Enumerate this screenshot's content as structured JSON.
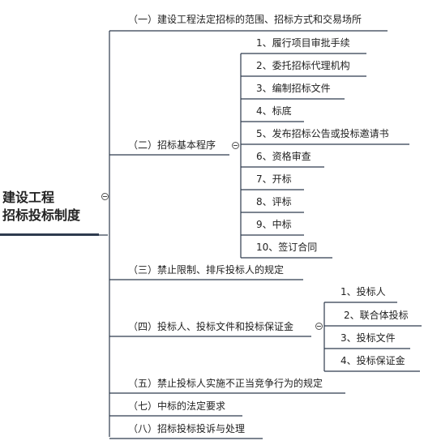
{
  "root": {
    "line1": "建设工程",
    "line2": "招标投标制度"
  },
  "branches": [
    {
      "label": "（一）建设工程法定招标的范围、招标方式和交易场所"
    },
    {
      "label": "（二）招标基本程序",
      "children": [
        "1、履行项目审批手续",
        "2、委托招标代理机构",
        "3、编制招标文件",
        "4、标底",
        "5、发布招标公告或投标邀请书",
        "6、资格审查",
        "7、开标",
        "8、评标",
        "9、中标",
        "10、签订合同"
      ]
    },
    {
      "label": "（三）禁止限制、排斥投标人的规定"
    },
    {
      "label": "（四）投标人、投标文件和投标保证金",
      "children": [
        "1、投标人",
        "2、联合体投标",
        "3、投标文件",
        "4、投标保证金"
      ]
    },
    {
      "label": "（五）禁止投标人实施不正当竞争行为的规定"
    },
    {
      "label": "（七）中标的法定要求"
    },
    {
      "label": "（八）招标投标投诉与处理"
    }
  ],
  "colors": {
    "line": "#2e3b4e",
    "text": "#222222"
  },
  "icons": {
    "collapse": "minus-circle-icon"
  }
}
